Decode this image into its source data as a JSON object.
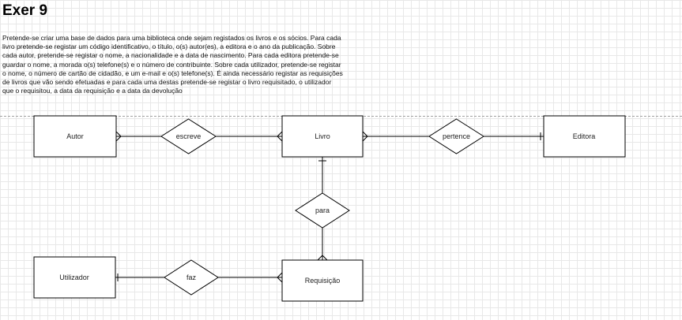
{
  "page": {
    "title": "Exer 9",
    "description": " Pretende-se criar uma base de dados para uma biblioteca onde sejam registados os livros e os sócios. Para cada\nlivro pretende-se registar um código identificativo, o título, o(s) autor(es), a editora e o ano da publicação. Sobre\ncada autor, pretende-se registar o nome, a nacionalidade e a data de nascimento. Para cada editora pretende-se\nguardar o nome, a morada o(s) telefone(s) e o número de contribuinte. Sobre cada utilizador, pretende-se registar\no nome, o número de cartão de cidadão, e um e-mail e o(s) telefone(s). É ainda necessário registar as requisições\nde livros que vão sendo efetuadas e para cada uma destas pretende-se registar o livro requisitado, o utilizador\nque o requisitou, a data da requisição e a data da devolução"
  },
  "entities": {
    "autor": "Autor",
    "livro": "Livro",
    "editora": "Editora",
    "utilizador": "Utilizador",
    "requisicao": "Requisição"
  },
  "relationships": {
    "escreve": "escreve",
    "pertence": "pertence",
    "para": "para",
    "faz": "faz"
  },
  "colors": {
    "stroke": "#000000",
    "fill": "#ffffff",
    "grid": "#e8e8e8"
  }
}
